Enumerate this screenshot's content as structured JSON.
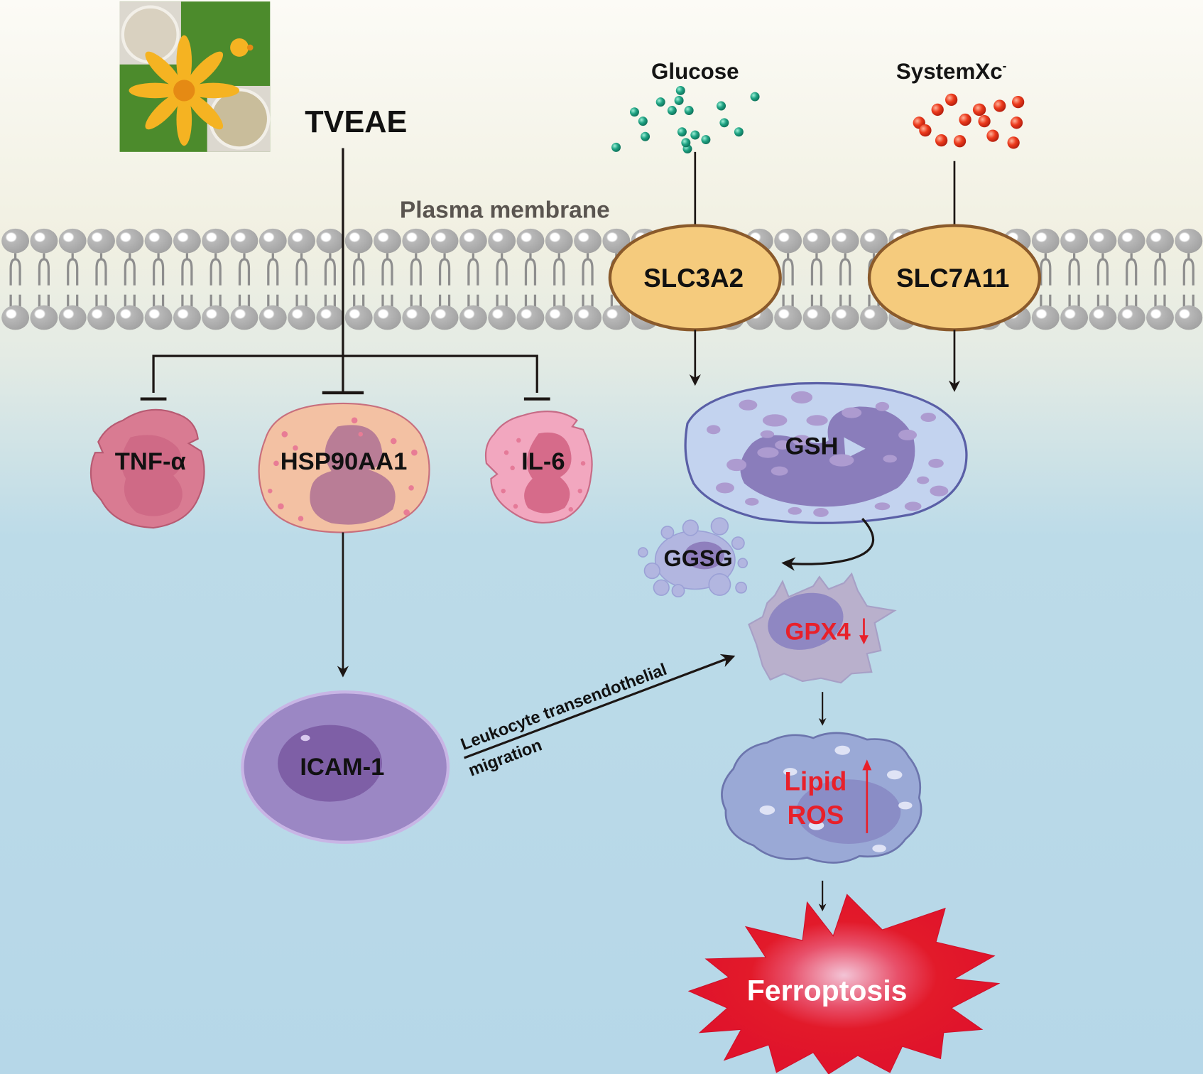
{
  "title": "TVEAE",
  "plasma_membrane_label": "Plasma membrane",
  "extracellular": {
    "glucose": {
      "label": "Glucose",
      "particle_color": "#1fa383"
    },
    "systemxc": {
      "label": "SystemXc",
      "superscript": "-",
      "particle_color": "#e8351f"
    }
  },
  "transporters": [
    {
      "id": "slc3a2",
      "label": "SLC3A2"
    },
    {
      "id": "slc7a11",
      "label": "SLC7A11"
    }
  ],
  "inflammation_targets": [
    {
      "id": "tnf",
      "label": "TNF-α",
      "relation": "inhibits"
    },
    {
      "id": "hsp",
      "label": "HSP90AA1",
      "relation": "inhibits"
    },
    {
      "id": "il6",
      "label": "IL-6",
      "relation": "inhibits"
    }
  ],
  "icam": {
    "label": "ICAM-1"
  },
  "migration": {
    "line1": "Leukocyte transendothelial",
    "line2": "migration"
  },
  "ferroptosis_pathway": {
    "gsh": "GSH",
    "ggsg": "GGSG",
    "gpx4": {
      "label": "GPX4",
      "trend": "↓",
      "color": "#e8202a"
    },
    "lipid_ros": {
      "line1": "Lipid",
      "line2": "ROS",
      "trend": "↑",
      "color": "#e8202a"
    },
    "outcome": "Ferroptosis"
  },
  "colors": {
    "background_top": "#fbf9f2",
    "background_mid": "#ecede0",
    "background_bottom": "#b7d8e8",
    "transporter_fill": "#f5cb7d",
    "transporter_stroke": "#8a5a2b",
    "ferroptosis_red": "#e3182b"
  }
}
